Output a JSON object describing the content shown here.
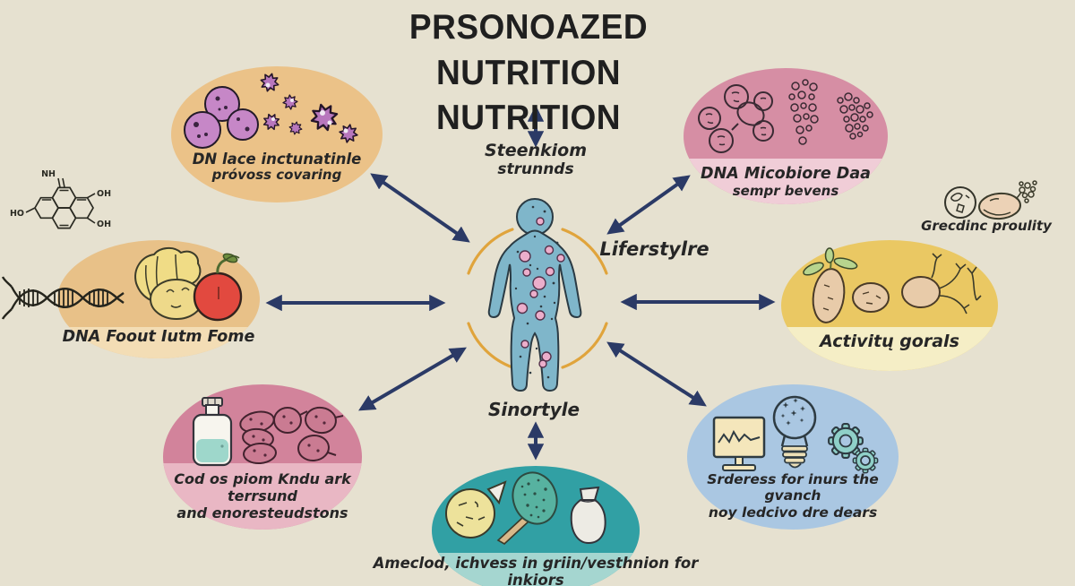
{
  "title": {
    "line1": "PRSONOAZED NUTRITION",
    "line2": "NUTRITION"
  },
  "center": {
    "top_label_line1": "Steenkiom",
    "top_label_line2": "strunnds",
    "right_label": "Liferstylre",
    "bottom_label": "Sinortyle"
  },
  "nodes": {
    "top_left": {
      "line1": "DN lace inctunatinle",
      "line2": "próvoss covaring"
    },
    "top_right": {
      "line1": "DNA Micobiore Daa",
      "line2": "sempr bevens"
    },
    "mid_left": {
      "line1": "DNA Foout Iutm Fome"
    },
    "mid_right": {
      "line1": "Activitų gorals"
    },
    "bottom_left": {
      "line1": "Cod os piom Kndu ark terrsund",
      "line2": "and enoresteudstons"
    },
    "bottom_right": {
      "line1": "Srderess for inurs the gvanch",
      "line2": "noy ledcivo dre dears"
    },
    "bottom_center": {
      "line1": "Ameclod, ichvess in griin/vesthnion for inkiors"
    }
  },
  "corner_note": {
    "label": "Grecdinc proulity"
  },
  "chemical": {
    "nh": "NH",
    "oh_top": "OH",
    "ho": "HO",
    "oh_bottom": "OH"
  },
  "colors": {
    "background": "#e6e1d0",
    "arrow": "#2b3a66",
    "arc": "#e0a43c",
    "figure": "#7fb6ca",
    "ellipse_top_left": "#ebc288",
    "ellipse_top_right": "#d68ea4",
    "ellipse_mid_left": "#e8c188",
    "ellipse_mid_right": "#eac863",
    "ellipse_bottom_left": "#d2839b",
    "ellipse_bottom_right": "#aac7e2",
    "ellipse_bottom_center": "#31a0a4"
  }
}
